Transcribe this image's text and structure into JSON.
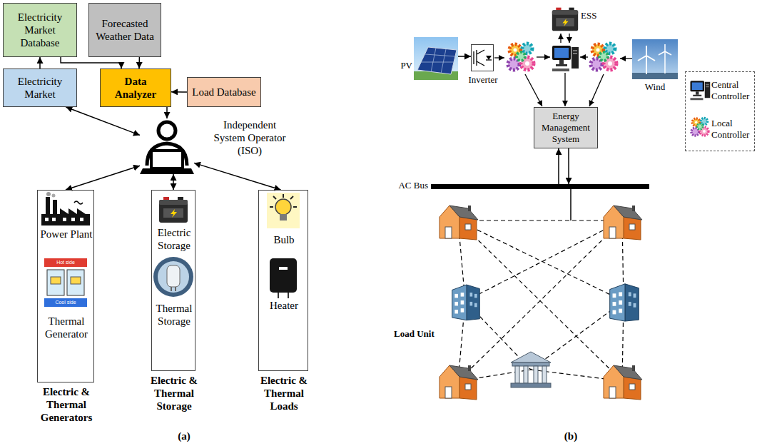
{
  "diagram": {
    "nodes": [
      {
        "text": [
          "Electricity Market Database"
        ]
      },
      {
        "text": [
          "Forecasted Weather Data"
        ]
      },
      {
        "text": [
          "Electricity Market"
        ]
      },
      {
        "text": [
          "Data Analyzer"
        ]
      },
      {
        "text": [
          "Load Database"
        ]
      },
      {
        "text": [
          "Independent System Operator (ISO)"
        ]
      },
      {
        "text": [
          "Power Plant",
          "Thermal Generator",
          "Electric & Thermal Generators"
        ]
      },
      {
        "text": [
          "Electric Storage",
          "Thermal Storage",
          "Electric & Thermal Storage"
        ]
      },
      {
        "text": [
          "Bulb",
          "Heater",
          "Electric & Thermal Loads"
        ]
      },
      {
        "text": [
          "ESS"
        ]
      },
      {
        "text": [
          "PV"
        ]
      },
      {
        "text": [
          "Inverter"
        ]
      },
      {
        "text": [
          "Wind"
        ]
      },
      {
        "text": [
          "Energy Management System"
        ]
      },
      {
        "text": [
          "AC Bus"
        ]
      }
    ],
    "edges": [
      {
        "from": 2,
        "to": 0,
        "arrow": "to"
      },
      {
        "from": 0,
        "to": 3,
        "arrow": "to"
      },
      {
        "from": 1,
        "to": 3,
        "arrow": "to"
      },
      {
        "from": 4,
        "to": 3,
        "arrow": "to"
      },
      {
        "from": 3,
        "to": 5,
        "arrow": "to"
      },
      {
        "from": 5,
        "to": 2,
        "arrow": "both"
      },
      {
        "from": 5,
        "to": 6,
        "arrow": "both"
      },
      {
        "from": 5,
        "to": 7,
        "arrow": "both"
      },
      {
        "from": 5,
        "to": 8,
        "arrow": "both"
      },
      {
        "from": 10,
        "to": 11,
        "arrow": "to"
      },
      {
        "from": 14,
        "to": 13,
        "arrow": "to"
      },
      {
        "from": 13,
        "to": 14,
        "arrow": "to"
      }
    ],
    "labels": [
      "Hot side",
      "Cool side",
      "(a)",
      "Load Unit",
      "(b)"
    ],
    "legend": [
      {
        "text": "Central Controller"
      },
      {
        "text": "Local Controller"
      }
    ]
  }
}
